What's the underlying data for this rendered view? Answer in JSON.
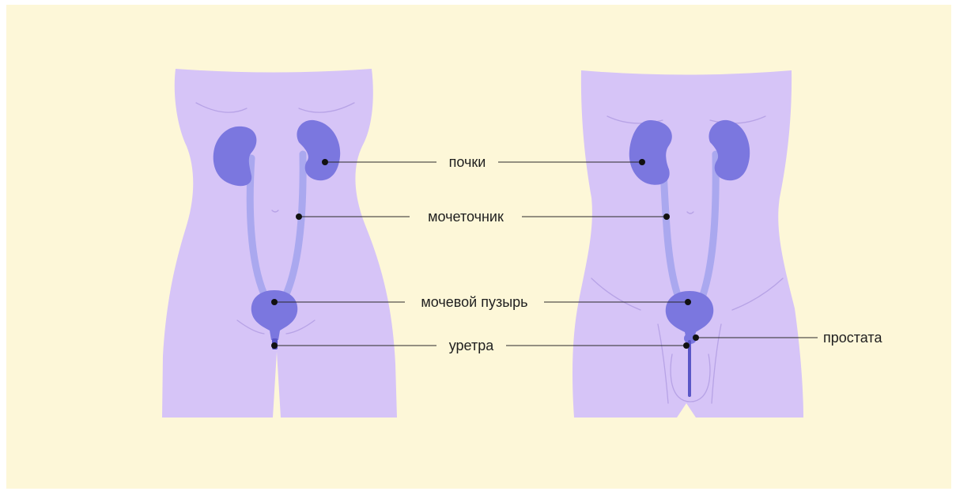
{
  "colors": {
    "background": "#fdf7d8",
    "frame": "#ffffff",
    "body": "#d6c4f7",
    "body_shadow": "#c9b5f0",
    "body_line": "#b7a3e6",
    "kidney": "#7b77df",
    "ureter": "#aaa8ef",
    "bladder": "#7b77df",
    "urethra": "#5a56c6",
    "leader_line": "#2a2a2a",
    "label_text": "#1f1f1f"
  },
  "figures": [
    {
      "id": "female",
      "name": "female-figure"
    },
    {
      "id": "male",
      "name": "male-figure"
    }
  ],
  "labels": {
    "kidneys": "почки",
    "ureter": "мочеточник",
    "bladder": "мочевой пузырь",
    "urethra": "уретра",
    "prostate": "простата"
  }
}
